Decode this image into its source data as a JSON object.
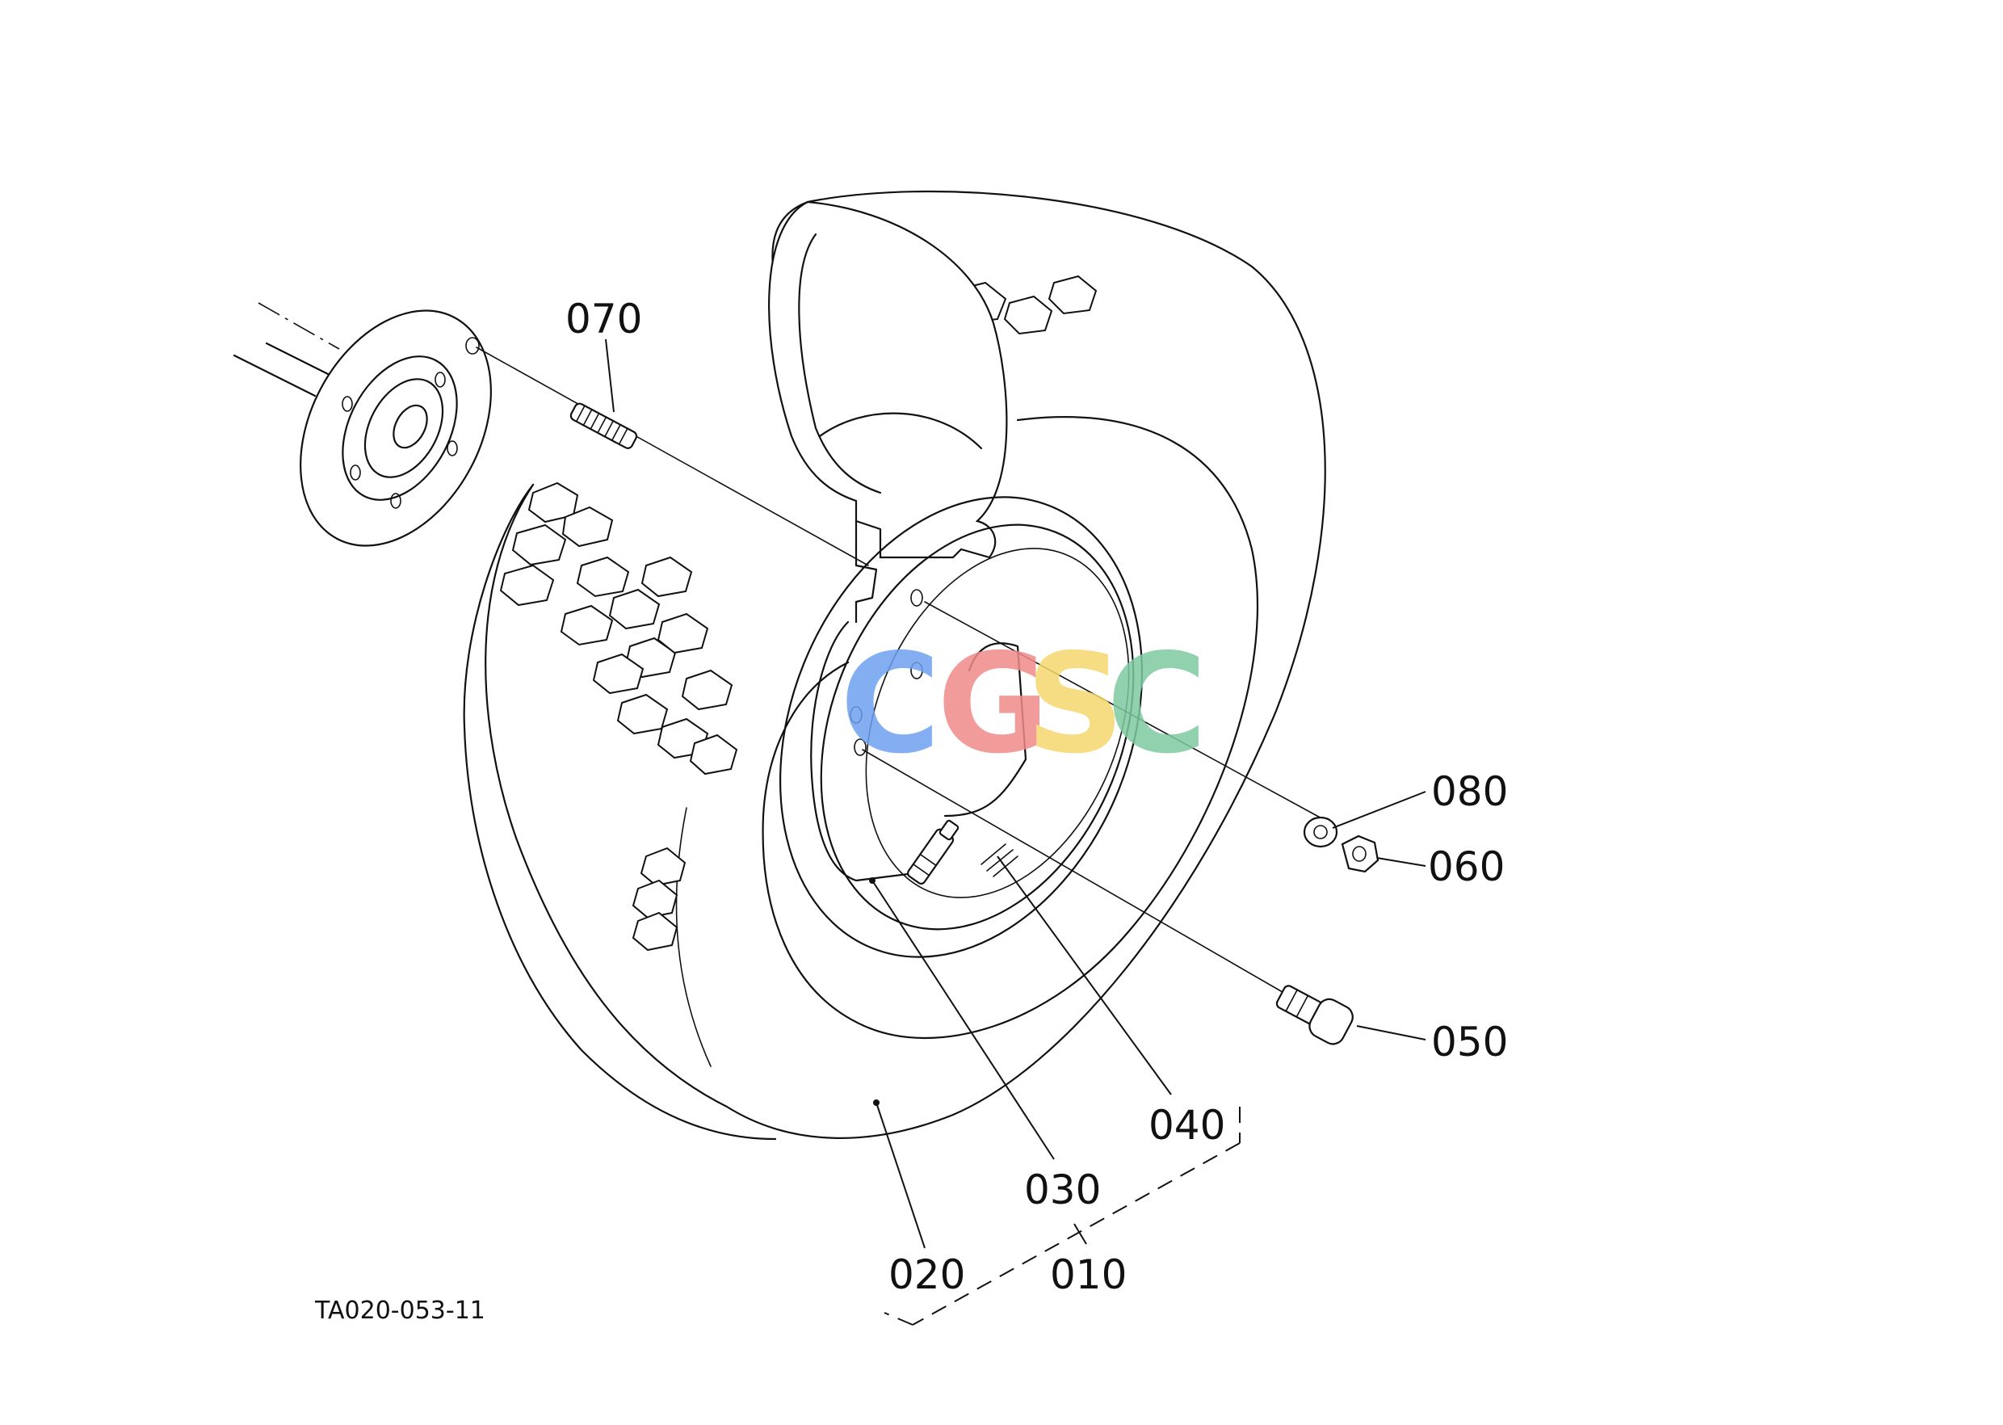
{
  "drawing_code": "TA020-053-11",
  "watermark": {
    "letters": [
      {
        "char": "C",
        "color": "#6fa0f0"
      },
      {
        "char": "G",
        "color": "#f08a8a"
      },
      {
        "char": "S",
        "color": "#f5d76e"
      },
      {
        "char": "C",
        "color": "#7fc9a0"
      }
    ]
  },
  "parts": {
    "p010": "010",
    "p020": "020",
    "p030": "030",
    "p040": "040",
    "p050": "050",
    "p060": "060",
    "p070": "070",
    "p080": "080"
  }
}
